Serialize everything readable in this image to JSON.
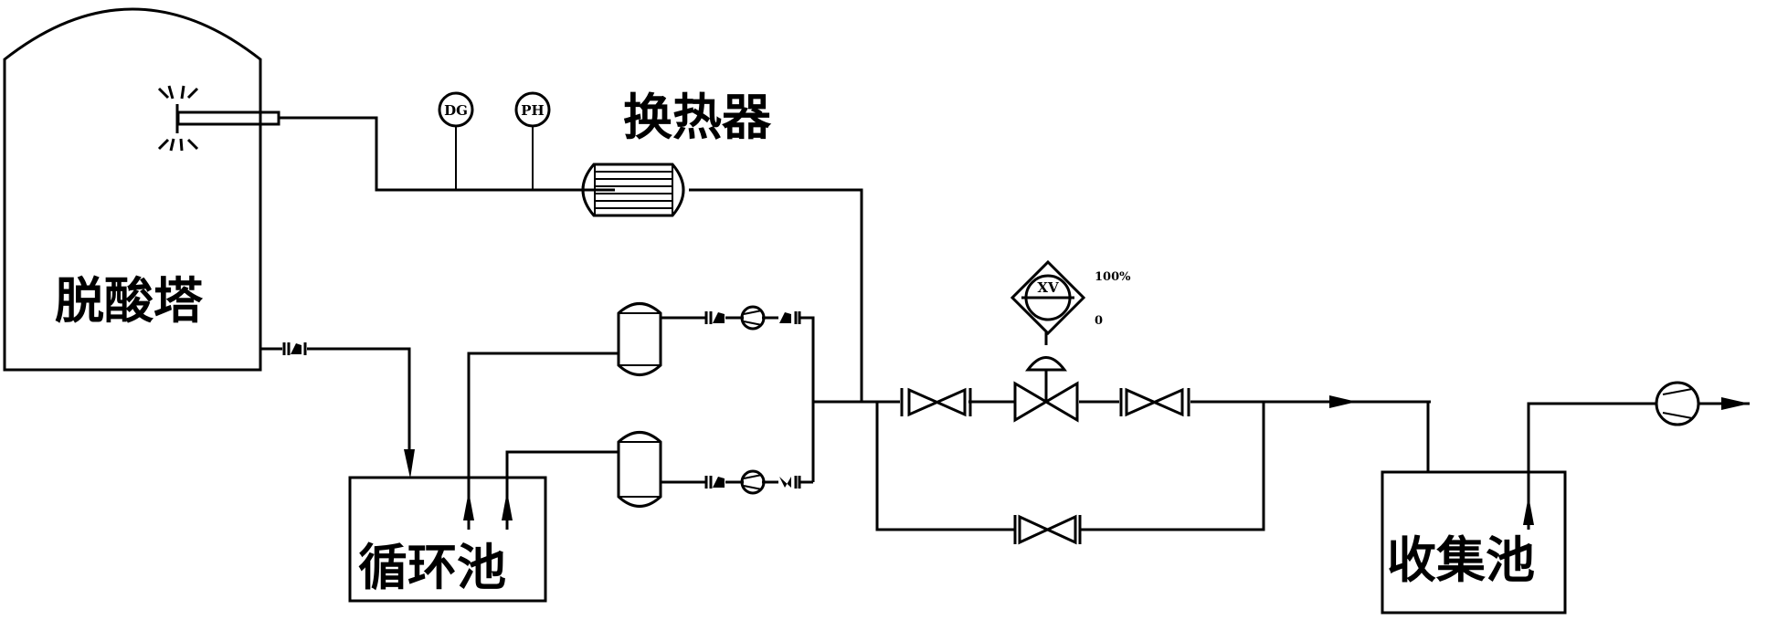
{
  "diagram": {
    "type": "process-flow-diagram",
    "colors": {
      "line": "#000000",
      "background": "#ffffff"
    },
    "equipment": {
      "tower": {
        "label": "脱酸塔"
      },
      "heat_exchanger": {
        "label": "换热器"
      },
      "circulation_pool": {
        "label": "循环池"
      },
      "collection_pool": {
        "label": "收集池"
      }
    },
    "instruments": {
      "dg": {
        "label": "DG"
      },
      "ph": {
        "label": "PH"
      },
      "control_valve": {
        "label": "XV",
        "range_high": "100%",
        "range_low": "0"
      }
    }
  }
}
